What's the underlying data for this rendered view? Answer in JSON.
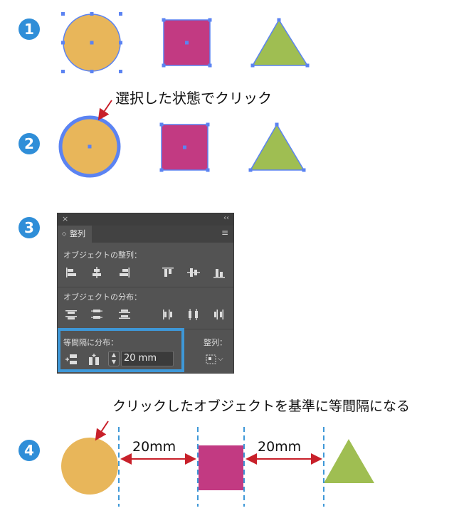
{
  "steps": [
    "1",
    "2",
    "3",
    "4"
  ],
  "step2_note": "選択した状態でクリック",
  "step4_note": "クリックしたオブジェクトを基準に等間隔になる",
  "gap_labels": [
    "20mm",
    "20mm"
  ],
  "colors": {
    "circle": "#e8b65a",
    "square": "#c23a82",
    "triangle": "#9fbe52",
    "selection": "#5b83f2",
    "arrow": "#c8202a",
    "guide": "#3e98d8",
    "badge": "#2f8ed8"
  },
  "panel": {
    "close_glyph": "×",
    "collapse_glyph": "‹‹",
    "tab_arrow": "◇",
    "tab_label": "整列",
    "menu_glyph": "≡",
    "align_objects_label": "オブジェクトの整列：",
    "distribute_objects_label": "オブジェクトの分布：",
    "distribute_spacing_label": "等間隔に分布：",
    "align_to_label": "整列：",
    "spacing_value": "20 mm",
    "stepper_glyphs": [
      "▲",
      "▼"
    ],
    "align_to_glyph": "⌵",
    "align_buttons": [
      "align-left-icon",
      "align-horizontal-center-icon",
      "align-right-icon",
      "align-top-icon",
      "align-vertical-center-icon",
      "align-bottom-icon"
    ],
    "distribute_buttons": [
      "distribute-top-icon",
      "distribute-vertical-center-icon",
      "distribute-bottom-icon",
      "distribute-left-icon",
      "distribute-horizontal-center-icon",
      "distribute-right-icon"
    ]
  }
}
